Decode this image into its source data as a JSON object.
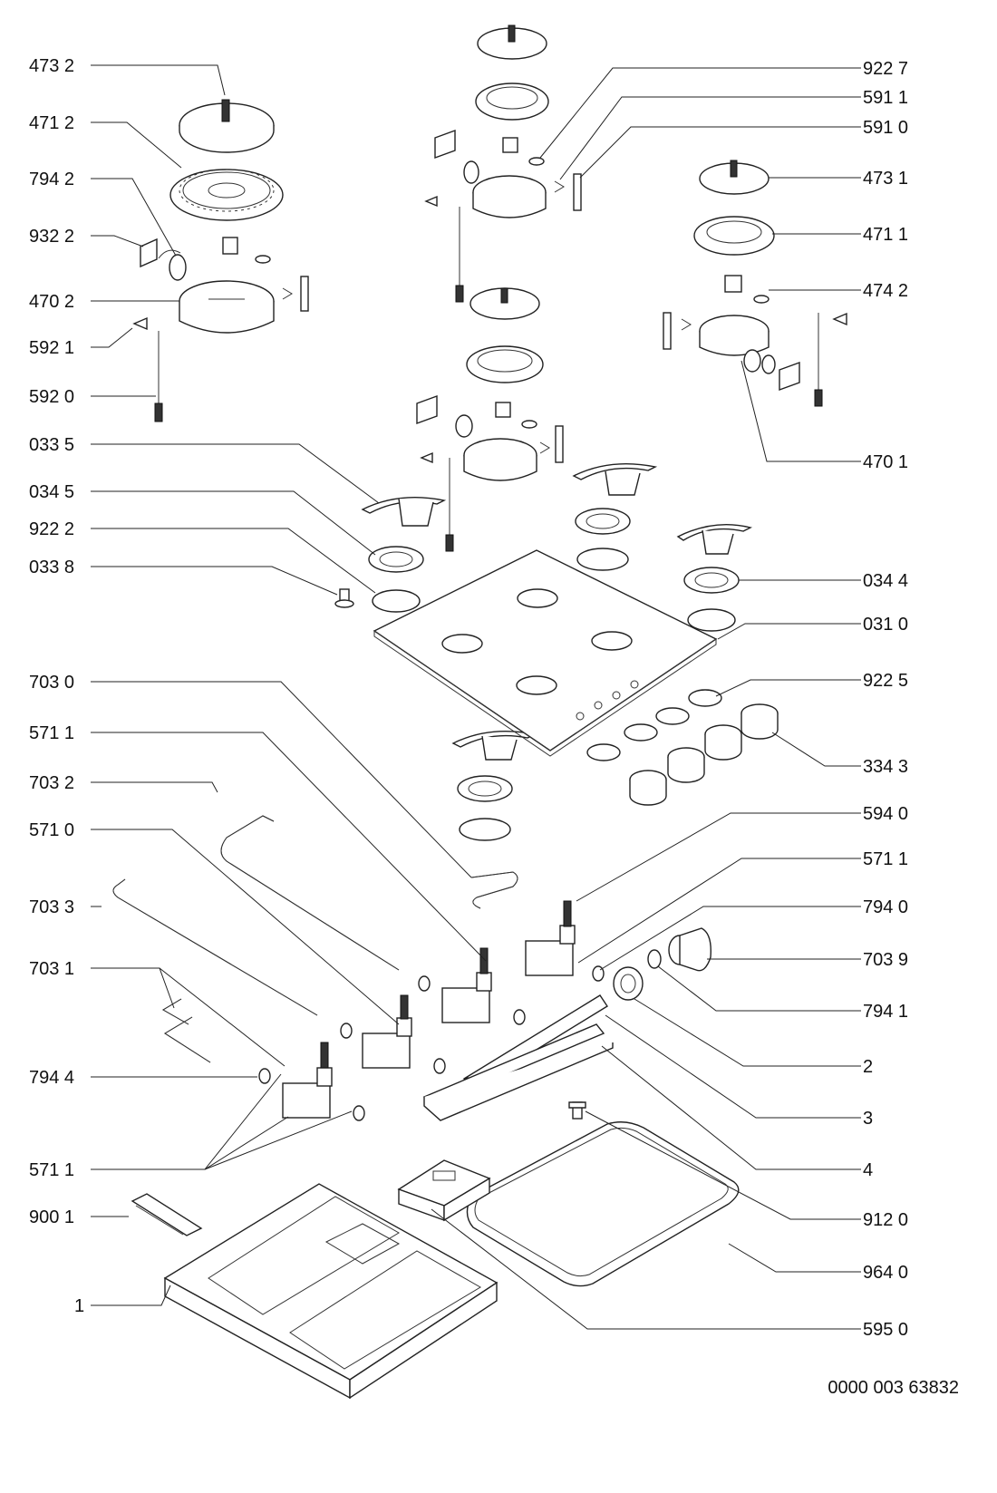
{
  "left_labels": [
    "473 2",
    "471 2",
    "794 2",
    "932 2",
    "470 2",
    "592 1",
    "592 0",
    "033 5",
    "034 5",
    "922 2",
    "033 8",
    "703 0",
    "571 1",
    "703 2",
    "571 0",
    "703 3",
    "703 1",
    "794 4",
    "571 1",
    "900 1",
    "1"
  ],
  "right_labels": [
    "922 7",
    "591 1",
    "591 0",
    "473 1",
    "471 1",
    "474 2",
    "470 1",
    "034 4",
    "031 0",
    "922 5",
    "334 3",
    "594 0",
    "571 1",
    "794 0",
    "703 9",
    "794 1",
    "2",
    "3",
    "4",
    "912 0",
    "964 0",
    "595 0"
  ],
  "doc_number": "0000 003 63832"
}
